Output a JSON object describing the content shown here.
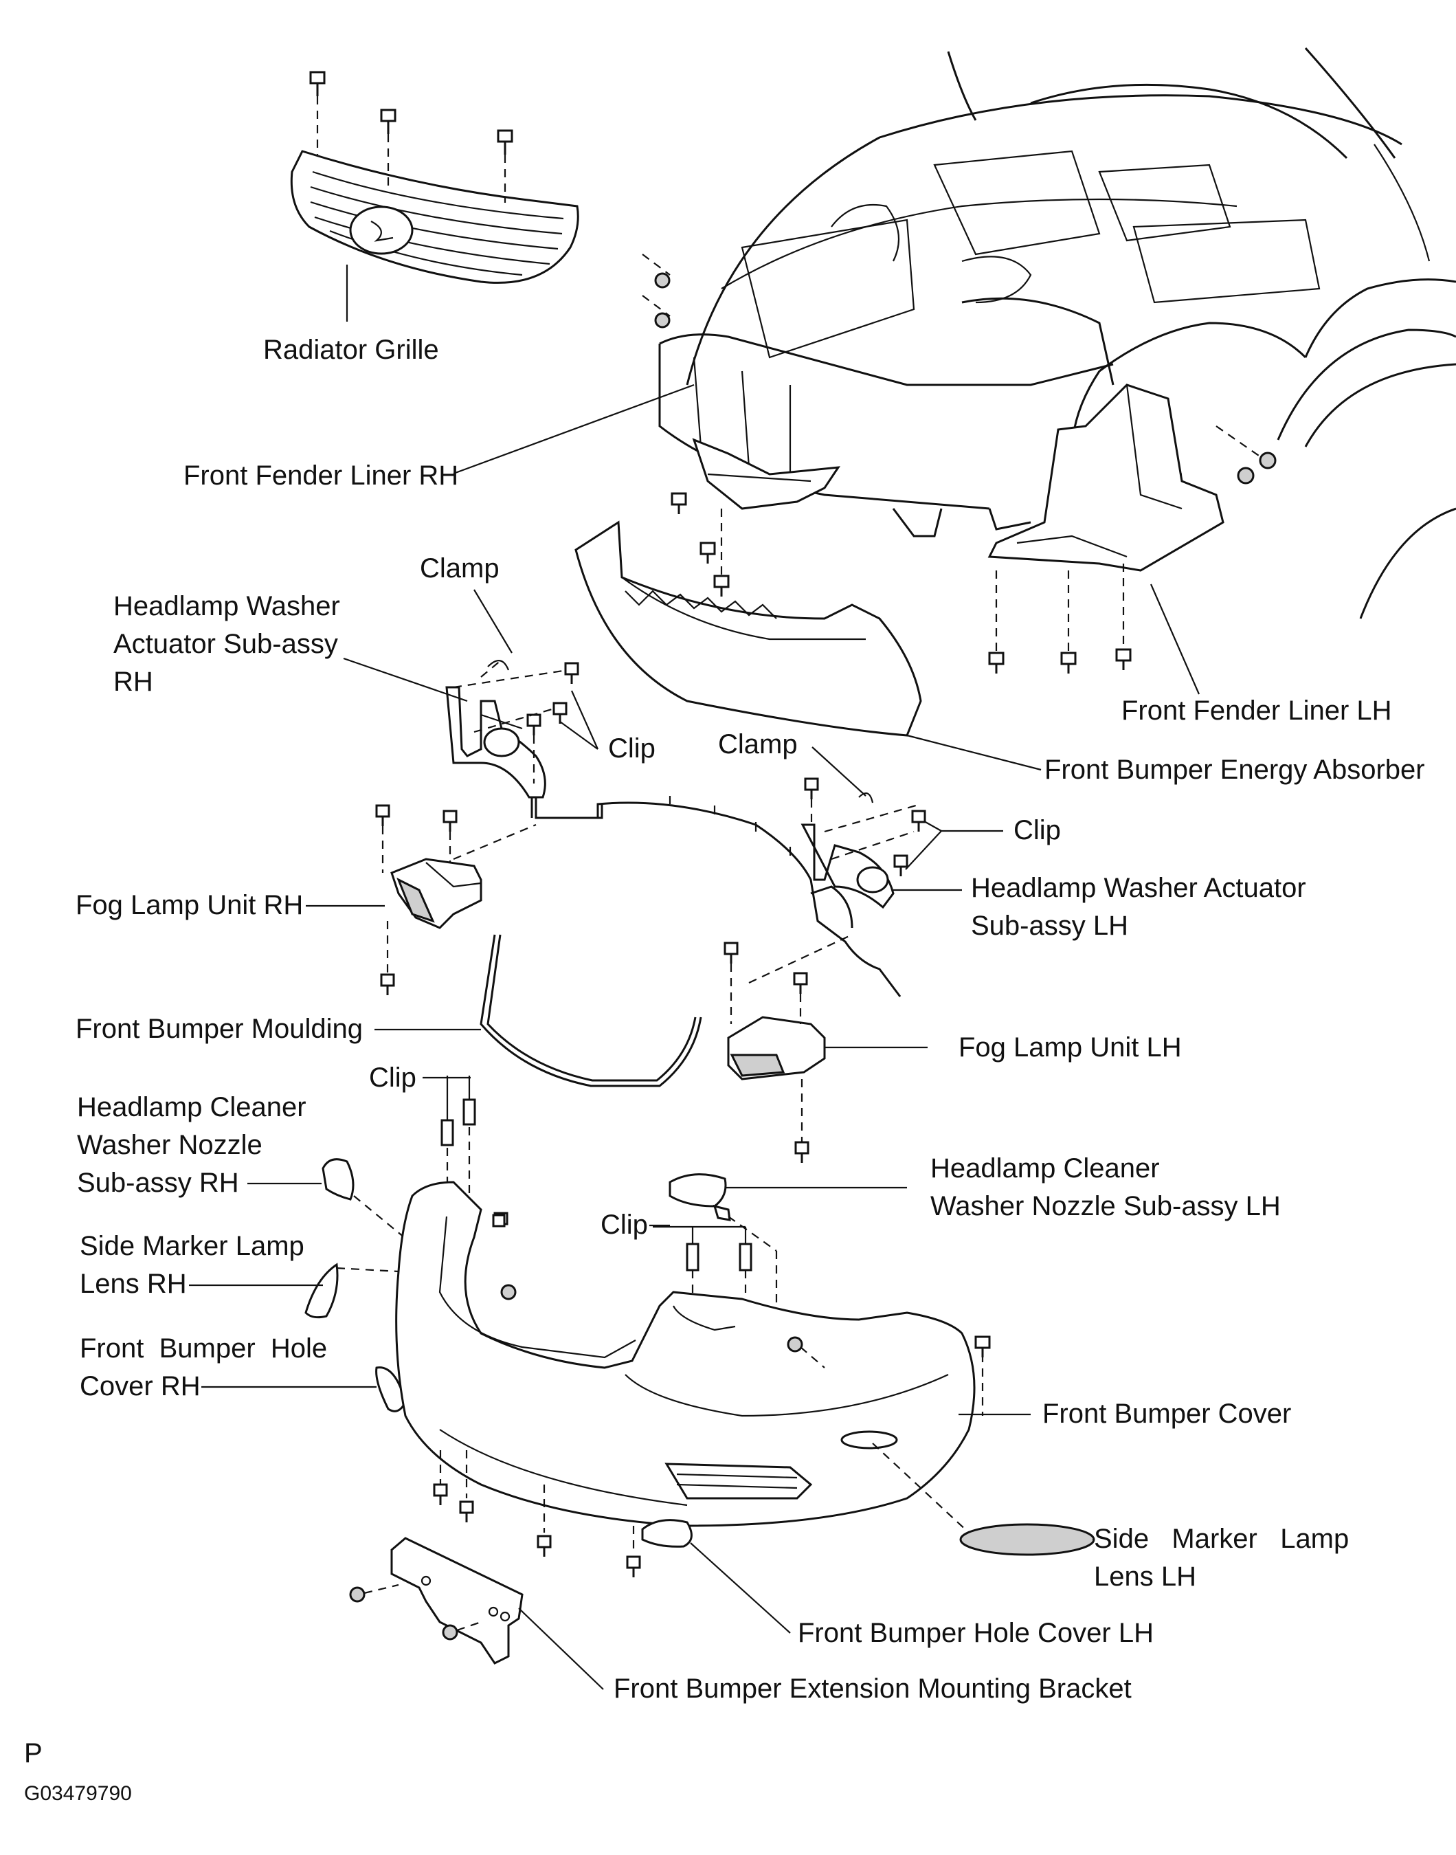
{
  "labels": {
    "radiator_grille": "Radiator Grille",
    "front_fender_liner_rh": "Front Fender Liner RH",
    "clamp_upper": "Clamp",
    "washer_actuator_rh": [
      "Headlamp Washer",
      "Actuator Sub-assy",
      "RH"
    ],
    "clip_upper": "Clip",
    "clamp_mid": "Clamp",
    "front_fender_liner_lh": "Front Fender Liner LH",
    "energy_absorber": "Front Bumper Energy Absorber",
    "clip_mid": "Clip",
    "washer_actuator_lh": [
      "Headlamp Washer Actuator",
      "Sub-assy LH"
    ],
    "fog_lamp_rh": "Fog Lamp Unit RH",
    "front_bumper_moulding": "Front Bumper Moulding",
    "fog_lamp_lh": "Fog Lamp Unit LH",
    "clip_lower_left": "Clip",
    "nozzle_rh": [
      "Headlamp Cleaner",
      "Washer Nozzle",
      "Sub-assy RH"
    ],
    "nozzle_lh": [
      "Headlamp Cleaner",
      "Washer Nozzle Sub-assy LH"
    ],
    "clip_lower_mid": "Clip",
    "side_marker_rh": [
      "Side Marker Lamp",
      "Lens RH"
    ],
    "hole_cover_rh": [
      "Front  Bumper  Hole",
      "Cover RH"
    ],
    "front_bumper_cover": "Front Bumper Cover",
    "side_marker_lh": [
      "Side   Marker   Lamp",
      "Lens LH"
    ],
    "hole_cover_lh": "Front Bumper Hole Cover LH",
    "extension_bracket": "Front Bumper Extension Mounting Bracket"
  },
  "footer": {
    "letter": "P",
    "figure_code": "G03479790"
  }
}
